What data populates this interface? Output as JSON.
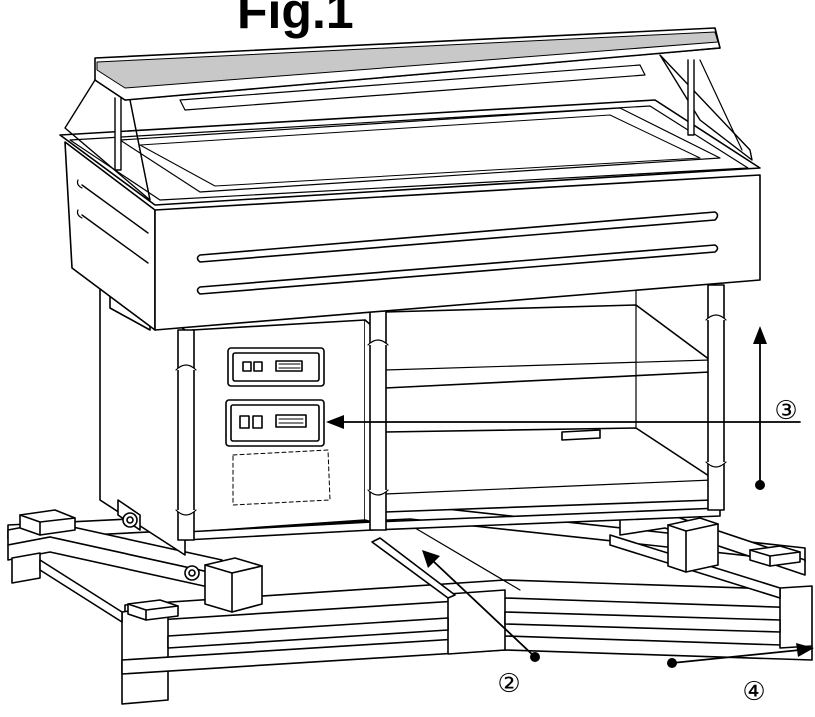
{
  "figure": {
    "title": "Fig.1"
  },
  "callouts": {
    "c2": "②",
    "c3": "③",
    "c4": "④"
  },
  "colors": {
    "stroke": "#000000",
    "canopy_top": "#c8c8c8",
    "background": "#ffffff"
  }
}
